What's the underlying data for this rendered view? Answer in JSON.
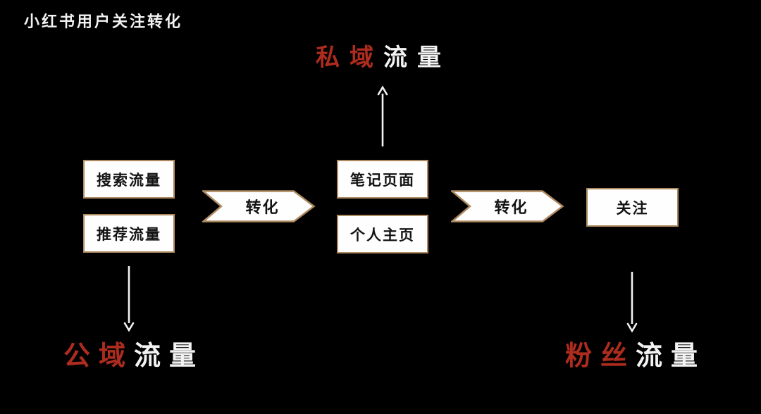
{
  "title": "小红书用户关注转化",
  "colors": {
    "background": "#000000",
    "accent_red": "#ad2c1e",
    "box_border": "#ad8a60",
    "box_fill": "#fefefe",
    "text_dark": "#141414",
    "text_white": "#f2f2f2"
  },
  "zones": {
    "private": {
      "highlight": "私域",
      "rest": "流量"
    },
    "public": {
      "highlight": "公域",
      "rest": "流量"
    },
    "fans": {
      "highlight": "粉丝",
      "rest": "流量"
    }
  },
  "nodes": {
    "search": "搜索流量",
    "recommend": "推荐流量",
    "note_page": "笔记页面",
    "profile_page": "个人主页",
    "follow": "关注"
  },
  "connectors": {
    "convert1": "转化",
    "convert2": "转化"
  }
}
